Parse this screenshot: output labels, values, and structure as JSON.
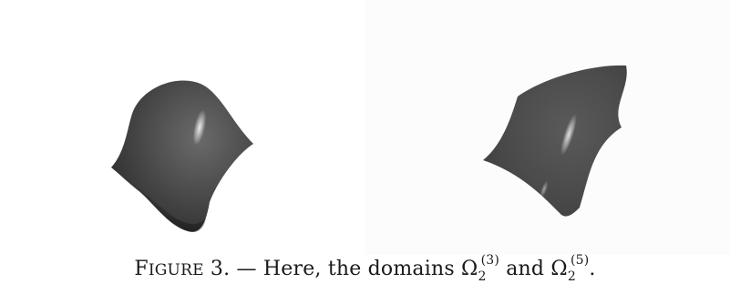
{
  "figure": {
    "panels": [
      {
        "shape": "domain-surface-1",
        "color": "#4a4a4a"
      },
      {
        "shape": "domain-surface-2",
        "color": "#4b4b4b"
      }
    ]
  },
  "caption": {
    "label_first": "F",
    "label_rest": "IGURE",
    "number": "3.",
    "dash": " — ",
    "text_before": "Here, the domains ",
    "omega_symbol": "Ω",
    "sub1": "2",
    "sup1": "(3)",
    "conjunction": " and ",
    "sub2": "2",
    "sup2": "(5)",
    "period": "."
  }
}
